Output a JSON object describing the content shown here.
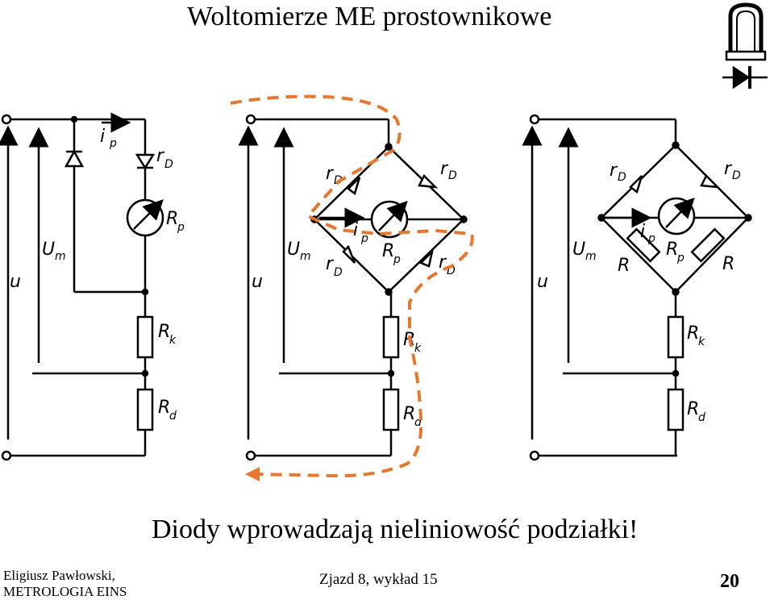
{
  "slide": {
    "title": "Woltomierze ME prostownikowe",
    "caption": "Diody wprowadzają nieliniowość podziałki!",
    "footer_author": "Eligiusz Pawłowski,",
    "footer_org": "METROLOGIA EINS",
    "footer_center": "Zjazd 8, wykład 15",
    "page_number": "20"
  },
  "circuit_labels": {
    "i": "i",
    "i_sub": "p",
    "r": "r",
    "r_sub": "D",
    "R": "R",
    "R_p_sub": "p",
    "R_k_sub": "k",
    "R_d_sub": "d",
    "U": "U",
    "U_sub": "m",
    "u": "u"
  },
  "colors": {
    "ink": "#000000",
    "highlight_path": "#e8772e"
  },
  "icons": [
    "diode-symbol-icon",
    "rectifier-bridge-icon"
  ]
}
